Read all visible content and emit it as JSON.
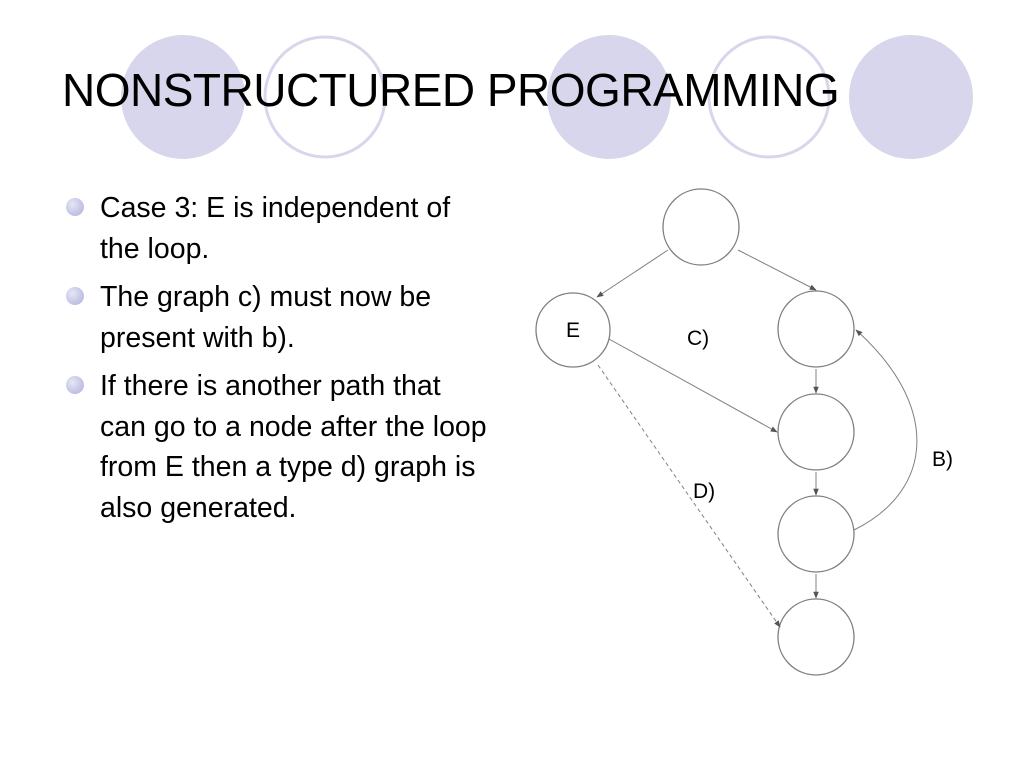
{
  "slide": {
    "title": "NONSTRUCTURED PROGRAMMING",
    "bullets": [
      {
        "text": "Case 3: E is independent of the loop."
      },
      {
        "text": "The graph c) must now be present with b)."
      },
      {
        "text": "If there is another path that can go to a node after the loop from E then a type d) graph is also generated."
      }
    ]
  },
  "diagram": {
    "node_labels": {
      "e": "E"
    },
    "edge_labels": {
      "c": "C)",
      "b": "B)",
      "d": "D)"
    }
  },
  "colors": {
    "deco_circle_fill": "#d7d6ec",
    "deco_circle_outline": "#d7d6ec",
    "bullet": "#c4c4e6",
    "node_stroke": "#7f7f7f",
    "edge": "#808080"
  }
}
